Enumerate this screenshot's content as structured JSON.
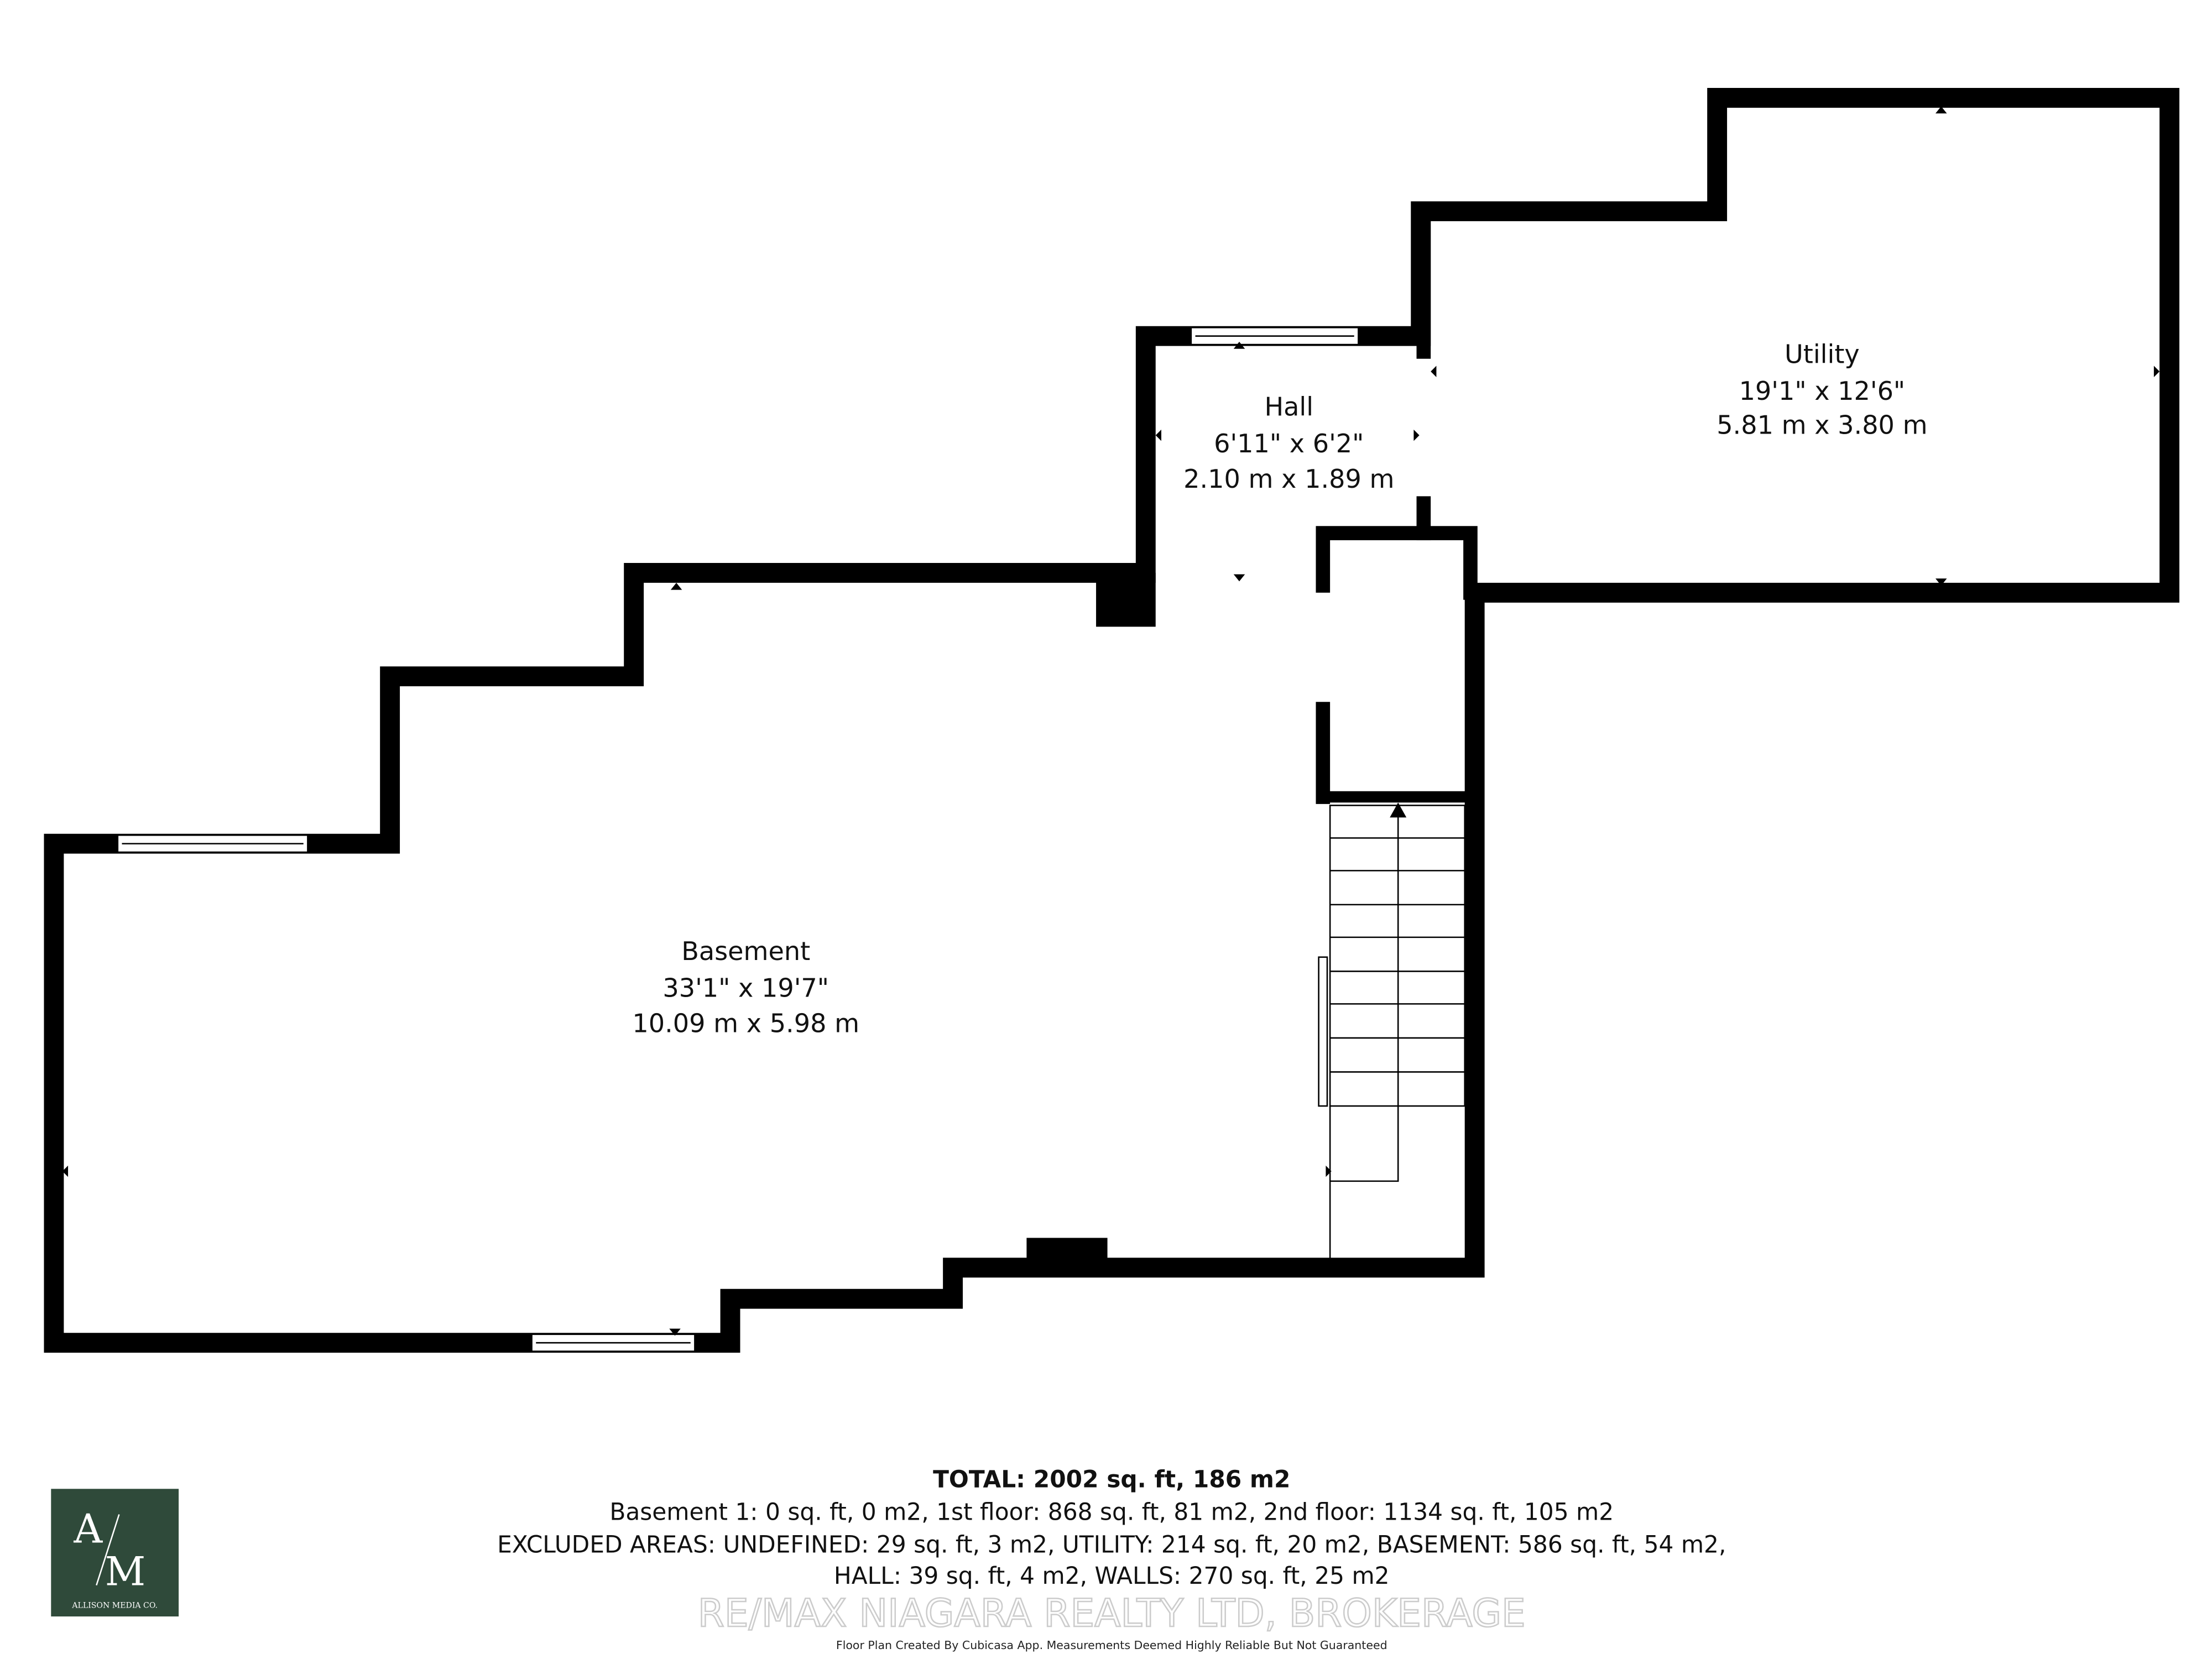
{
  "rooms": [
    {
      "name": "Basement",
      "imperial": "33'1\" x 19'7\"",
      "metric": "10.09 m x 5.98 m"
    },
    {
      "name": "Hall",
      "imperial": "6'11\" x 6'2\"",
      "metric": "2.10 m x 1.89 m"
    },
    {
      "name": "Utility",
      "imperial": "19'1\" x 12'6\"",
      "metric": "5.81 m x 3.80 m"
    }
  ],
  "summary": {
    "total": "TOTAL: 2002 sq. ft, 186 m2",
    "line1": "Basement 1: 0 sq. ft, 0 m2, 1st floor: 868 sq. ft, 81 m2, 2nd floor: 1134 sq. ft, 105 m2",
    "line2": "EXCLUDED AREAS: UNDEFINED: 29 sq. ft, 3 m2, UTILITY: 214 sq. ft, 20 m2, BASEMENT: 586 sq. ft, 54 m2,",
    "line3": "HALL: 39 sq. ft, 4 m2, WALLS: 270 sq. ft, 25 m2"
  },
  "logo": {
    "monogram_a": "A",
    "monogram_m": "M",
    "company": "ALLISON MEDIA CO.",
    "color": "#2f4a3a"
  },
  "watermark": "RE/MAX NIAGARA REALTY LTD, BROKERAGE",
  "disclaimer": "Floor Plan Created By Cubicasa App. Measurements Deemed Highly Reliable But Not Guaranteed"
}
